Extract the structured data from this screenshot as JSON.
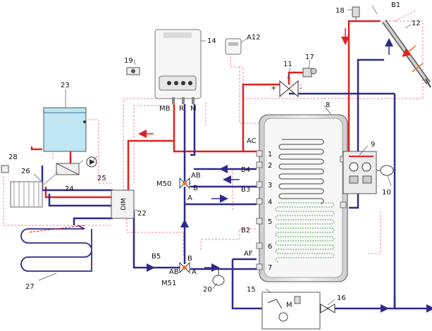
{
  "labels": {
    "n1": "1",
    "n2": "2",
    "n3": "3",
    "n4": "4",
    "n5": "5",
    "n6": "6",
    "n7": "7",
    "n8": "8",
    "n9": "9",
    "n10": "10",
    "n11": "11",
    "n12": "12",
    "n14": "14",
    "n15": "15",
    "n16": "16",
    "n17": "17",
    "n18": "18",
    "n19": "19",
    "n20": "20",
    "n22": "22",
    "n23": "23",
    "n24": "24",
    "n25": "25",
    "n26": "26",
    "n27": "27",
    "n28": "28",
    "ac": "AC",
    "af": "AF",
    "b1": "B1",
    "b2": "B2",
    "b3": "B3",
    "b4": "B4",
    "b5": "B5",
    "a12": "A12",
    "m50": "M50",
    "m51": "M51",
    "mb": "MB",
    "r": "R",
    "m": "M",
    "dim": "DIM",
    "ab50": "AB",
    "b50": "B",
    "a50": "A",
    "b51": "B",
    "ab51": "AB",
    "a51": "A",
    "plus": "+",
    "minus": "-",
    "pump_m": "M"
  },
  "colors": {
    "hot": "#e02020",
    "cold": "#2e2a8c",
    "dashed": "#f08aa0",
    "tank": "#dcdcdc",
    "water": "#bfe6f2"
  }
}
